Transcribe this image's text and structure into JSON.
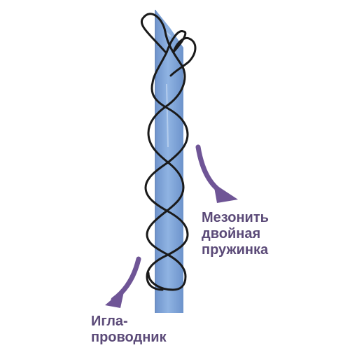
{
  "colors": {
    "needle_main": "#7fa5d8",
    "needle_light": "#a9c6ea",
    "needle_dark": "#5d83bd",
    "thread": "#1a1a1a",
    "arrow": "#6f5596",
    "label_text": "#5b4a78"
  },
  "labels": {
    "thread_line1": "Мезонить",
    "thread_line2": "двойная",
    "thread_line3": "пружинка",
    "needle_line1": "Игла-",
    "needle_line2": "проводник"
  },
  "icons": {
    "arrow_to_thread": "curved-arrow-icon",
    "arrow_to_needle": "curved-arrow-icon"
  }
}
